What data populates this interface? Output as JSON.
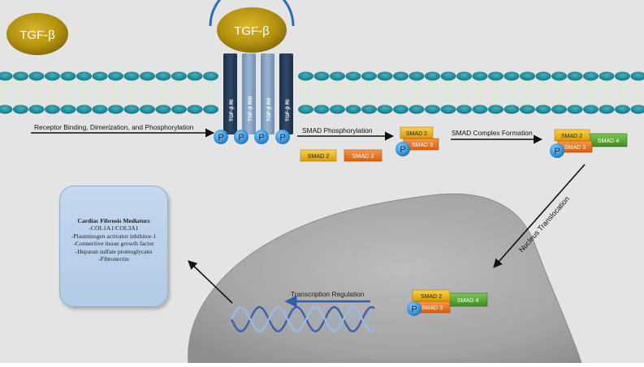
{
  "ligand_free": "TGF-β",
  "ligand_bound": "TGF-β",
  "receptors": [
    "TGF-β RI",
    "TGF-β RIII",
    "TGF-β RII",
    "TGF-β RI"
  ],
  "phosphate": "P",
  "steps": {
    "binding": "Receptor Binding, Dimerization, and Phosphorylation",
    "smad_phos": "SMAD Phosphorylation",
    "complex": "SMAD Complex Formation",
    "translocation": "Nucleus Translocation",
    "transcription": "Transcription Regulation"
  },
  "smads": {
    "smad2": "SMAD 2",
    "smad3": "SMAD 3",
    "smad4": "SMAD 4"
  },
  "mediators": {
    "title": "Cardiac Fibrosis Mediators",
    "items": [
      "-COL1A1/COL3A1",
      "-Plasminogen activator inhibitor-1",
      "-Connective tissue growth factor",
      "-Heparan sulfate proteoglycans",
      "-Fibronectin"
    ]
  },
  "colors": {
    "background": "#e4e4e4",
    "ligand": "#b5930f",
    "membrane_head": "#1b8595",
    "phosphate": "#3b9be0",
    "smad2": "#efb414",
    "smad3": "#f07a1c",
    "smad4": "#5aaa35",
    "nucleus": "#a6a6a6",
    "mediator_box": "#b8cfe8"
  }
}
